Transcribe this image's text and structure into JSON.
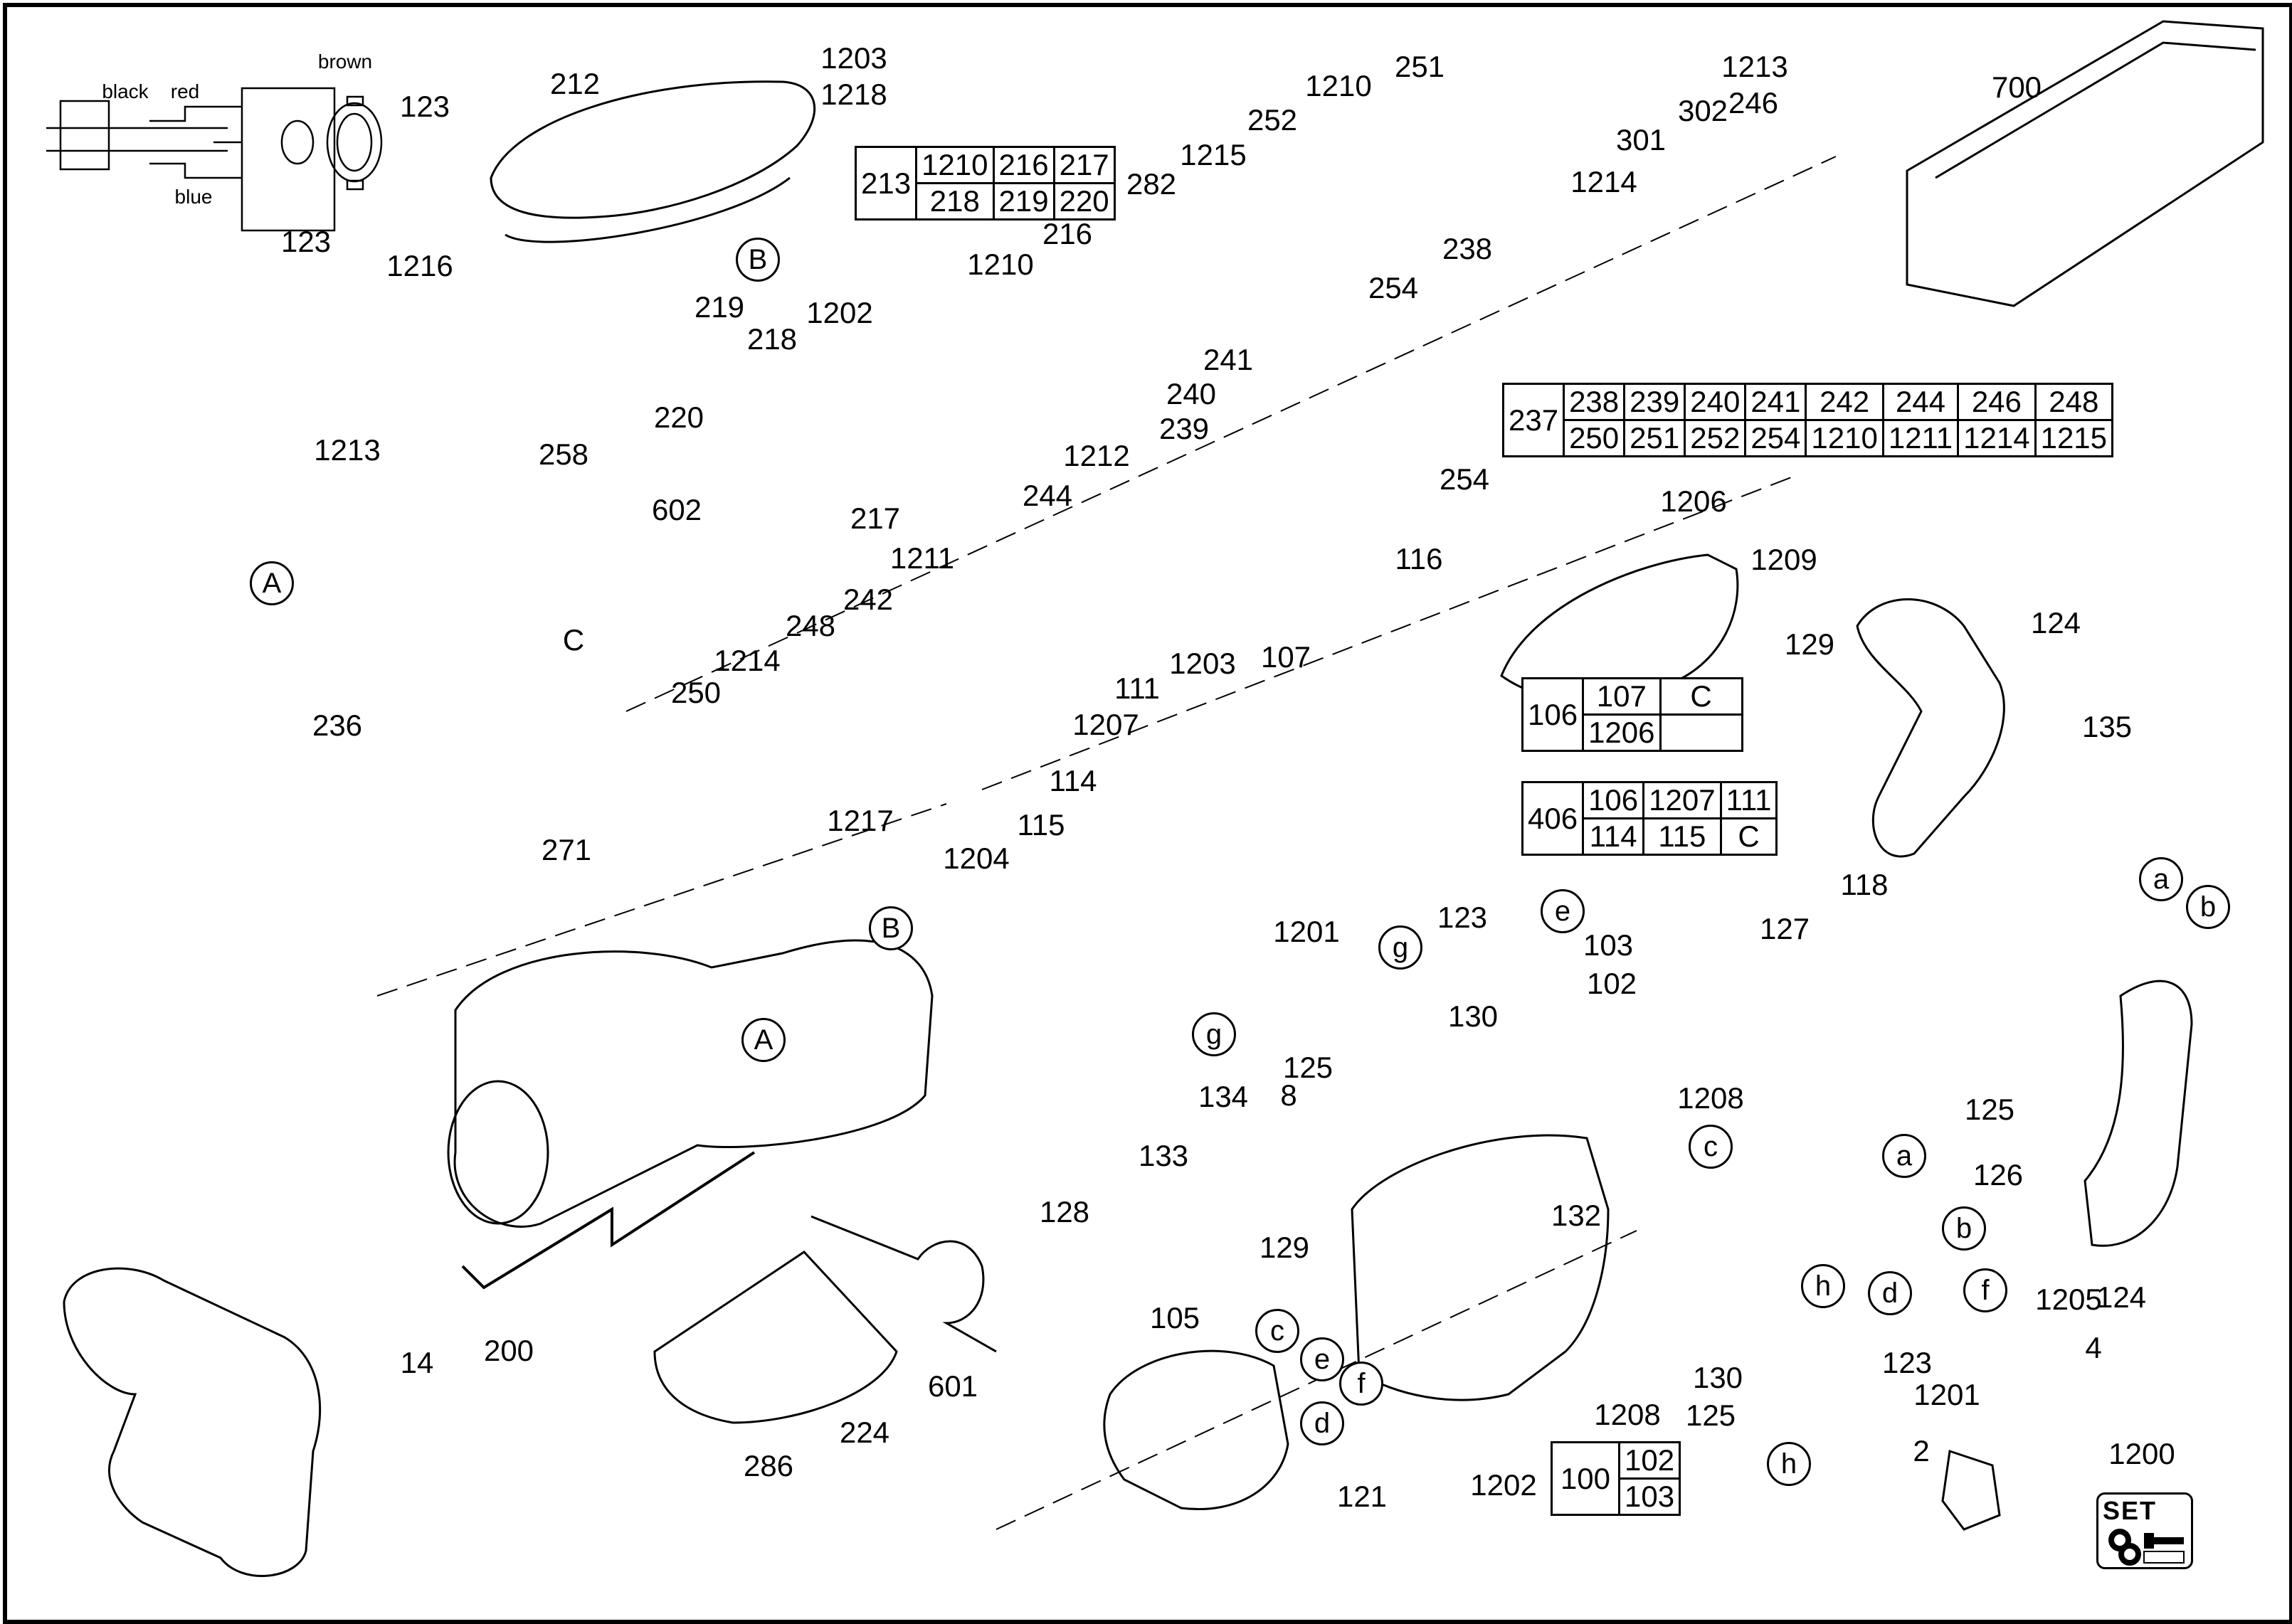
{
  "diagram": {
    "title": "Exploded parts diagram — demolition hammer",
    "wiring": {
      "wire_labels": [
        "black",
        "red",
        "brown",
        "blue"
      ],
      "part_labels": [
        "123",
        "123"
      ]
    },
    "labels": [
      {
        "id": "212",
        "text": "212"
      },
      {
        "id": "1203a",
        "text": "1203"
      },
      {
        "id": "1218",
        "text": "1218"
      },
      {
        "id": "1216",
        "text": "1216"
      },
      {
        "id": "219",
        "text": "219"
      },
      {
        "id": "218",
        "text": "218"
      },
      {
        "id": "1202a",
        "text": "1202"
      },
      {
        "id": "220",
        "text": "220"
      },
      {
        "id": "1213a",
        "text": "1213"
      },
      {
        "id": "258",
        "text": "258"
      },
      {
        "id": "602",
        "text": "602"
      },
      {
        "id": "217",
        "text": "217"
      },
      {
        "id": "1210a",
        "text": "1210"
      },
      {
        "id": "216",
        "text": "216"
      },
      {
        "id": "282",
        "text": "282"
      },
      {
        "id": "1215",
        "text": "1215"
      },
      {
        "id": "252",
        "text": "252"
      },
      {
        "id": "1210b",
        "text": "1210"
      },
      {
        "id": "251",
        "text": "251"
      },
      {
        "id": "1213b",
        "text": "1213"
      },
      {
        "id": "302",
        "text": "302"
      },
      {
        "id": "246",
        "text": "246"
      },
      {
        "id": "301",
        "text": "301"
      },
      {
        "id": "1214a",
        "text": "1214"
      },
      {
        "id": "700",
        "text": "700"
      },
      {
        "id": "238",
        "text": "238"
      },
      {
        "id": "254a",
        "text": "254"
      },
      {
        "id": "241",
        "text": "241"
      },
      {
        "id": "240",
        "text": "240"
      },
      {
        "id": "239",
        "text": "239"
      },
      {
        "id": "254b",
        "text": "254"
      },
      {
        "id": "1212",
        "text": "1212"
      },
      {
        "id": "244",
        "text": "244"
      },
      {
        "id": "1211",
        "text": "1211"
      },
      {
        "id": "242",
        "text": "242"
      },
      {
        "id": "248",
        "text": "248"
      },
      {
        "id": "1214b",
        "text": "1214"
      },
      {
        "id": "250",
        "text": "250"
      },
      {
        "id": "C1",
        "text": "C"
      },
      {
        "id": "236",
        "text": "236"
      },
      {
        "id": "271",
        "text": "271"
      },
      {
        "id": "1206",
        "text": "1206"
      },
      {
        "id": "1209",
        "text": "1209"
      },
      {
        "id": "116",
        "text": "116"
      },
      {
        "id": "107",
        "text": "107"
      },
      {
        "id": "1203b",
        "text": "1203"
      },
      {
        "id": "111",
        "text": "111"
      },
      {
        "id": "1207",
        "text": "1207"
      },
      {
        "id": "114",
        "text": "114"
      },
      {
        "id": "115",
        "text": "115"
      },
      {
        "id": "1204",
        "text": "1204"
      },
      {
        "id": "1217",
        "text": "1217"
      },
      {
        "id": "129a",
        "text": "129"
      },
      {
        "id": "124a",
        "text": "124"
      },
      {
        "id": "135",
        "text": "135"
      },
      {
        "id": "1201a",
        "text": "1201"
      },
      {
        "id": "123a",
        "text": "123"
      },
      {
        "id": "103",
        "text": "103"
      },
      {
        "id": "102",
        "text": "102"
      },
      {
        "id": "130a",
        "text": "130"
      },
      {
        "id": "125a",
        "text": "125"
      },
      {
        "id": "8",
        "text": "8"
      },
      {
        "id": "127",
        "text": "127"
      },
      {
        "id": "118",
        "text": "118"
      },
      {
        "id": "134",
        "text": "134"
      },
      {
        "id": "133",
        "text": "133"
      },
      {
        "id": "128",
        "text": "128"
      },
      {
        "id": "1208a",
        "text": "1208"
      },
      {
        "id": "132",
        "text": "132"
      },
      {
        "id": "125b",
        "text": "125"
      },
      {
        "id": "126",
        "text": "126"
      },
      {
        "id": "129b",
        "text": "129"
      },
      {
        "id": "105",
        "text": "105"
      },
      {
        "id": "121",
        "text": "121"
      },
      {
        "id": "1202b",
        "text": "1202"
      },
      {
        "id": "1208b",
        "text": "1208"
      },
      {
        "id": "130b",
        "text": "130"
      },
      {
        "id": "125c",
        "text": "125"
      },
      {
        "id": "123b",
        "text": "123"
      },
      {
        "id": "1201b",
        "text": "1201"
      },
      {
        "id": "1205",
        "text": "1205"
      },
      {
        "id": "124b",
        "text": "124"
      },
      {
        "id": "4",
        "text": "4"
      },
      {
        "id": "2",
        "text": "2"
      },
      {
        "id": "1200",
        "text": "1200"
      },
      {
        "id": "200",
        "text": "200"
      },
      {
        "id": "224",
        "text": "224"
      },
      {
        "id": "286",
        "text": "286"
      },
      {
        "id": "601",
        "text": "601"
      },
      {
        "id": "14",
        "text": "14"
      }
    ],
    "callouts": [
      {
        "id": "B1",
        "text": "B"
      },
      {
        "id": "A1",
        "text": "A"
      },
      {
        "id": "B2",
        "text": "B"
      },
      {
        "id": "A2",
        "text": "A"
      },
      {
        "id": "a1",
        "text": "a"
      },
      {
        "id": "b1",
        "text": "b"
      },
      {
        "id": "g1",
        "text": "g"
      },
      {
        "id": "e1",
        "text": "e"
      },
      {
        "id": "g2",
        "text": "g"
      },
      {
        "id": "c1",
        "text": "c"
      },
      {
        "id": "a2",
        "text": "a"
      },
      {
        "id": "b2",
        "text": "b"
      },
      {
        "id": "h1",
        "text": "h"
      },
      {
        "id": "d1",
        "text": "d"
      },
      {
        "id": "f1",
        "text": "f"
      },
      {
        "id": "c2",
        "text": "c"
      },
      {
        "id": "e2",
        "text": "e"
      },
      {
        "id": "f2",
        "text": "f"
      },
      {
        "id": "d2",
        "text": "d"
      },
      {
        "id": "h2",
        "text": "h"
      }
    ],
    "tables": {
      "t213": {
        "main": "213",
        "rows": [
          [
            "1210",
            "216",
            "217"
          ],
          [
            "218",
            "219",
            "220"
          ]
        ]
      },
      "t237": {
        "main": "237",
        "rows": [
          [
            "238",
            "239",
            "240",
            "241",
            "242",
            "244",
            "246",
            "248"
          ],
          [
            "250",
            "251",
            "252",
            "254",
            "1210",
            "1211",
            "1214",
            "1215"
          ]
        ]
      },
      "t106": {
        "main": "106",
        "rows": [
          [
            "107",
            "C"
          ],
          [
            "1206",
            ""
          ]
        ]
      },
      "t406": {
        "main": "406",
        "rows": [
          [
            "106",
            "1207",
            "111"
          ],
          [
            "114",
            "115",
            "C"
          ]
        ]
      },
      "t100": {
        "main": "100",
        "rows": [
          [
            "102"
          ],
          [
            "103"
          ]
        ]
      }
    },
    "set_icon": {
      "text": "SET"
    }
  }
}
